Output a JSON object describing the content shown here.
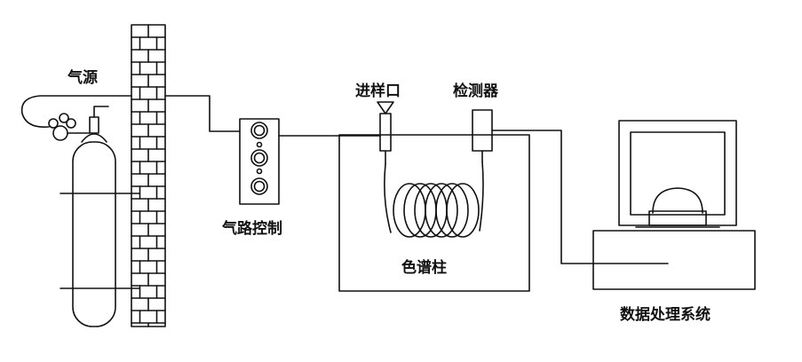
{
  "labels": {
    "gas_source": "气源",
    "injection_port": "进样口",
    "detector": "检测器",
    "gas_control": "气路控制",
    "column": "色谱柱",
    "data_system": "数据处理系统"
  },
  "colors": {
    "line": "#111111",
    "background": "#ffffff"
  }
}
